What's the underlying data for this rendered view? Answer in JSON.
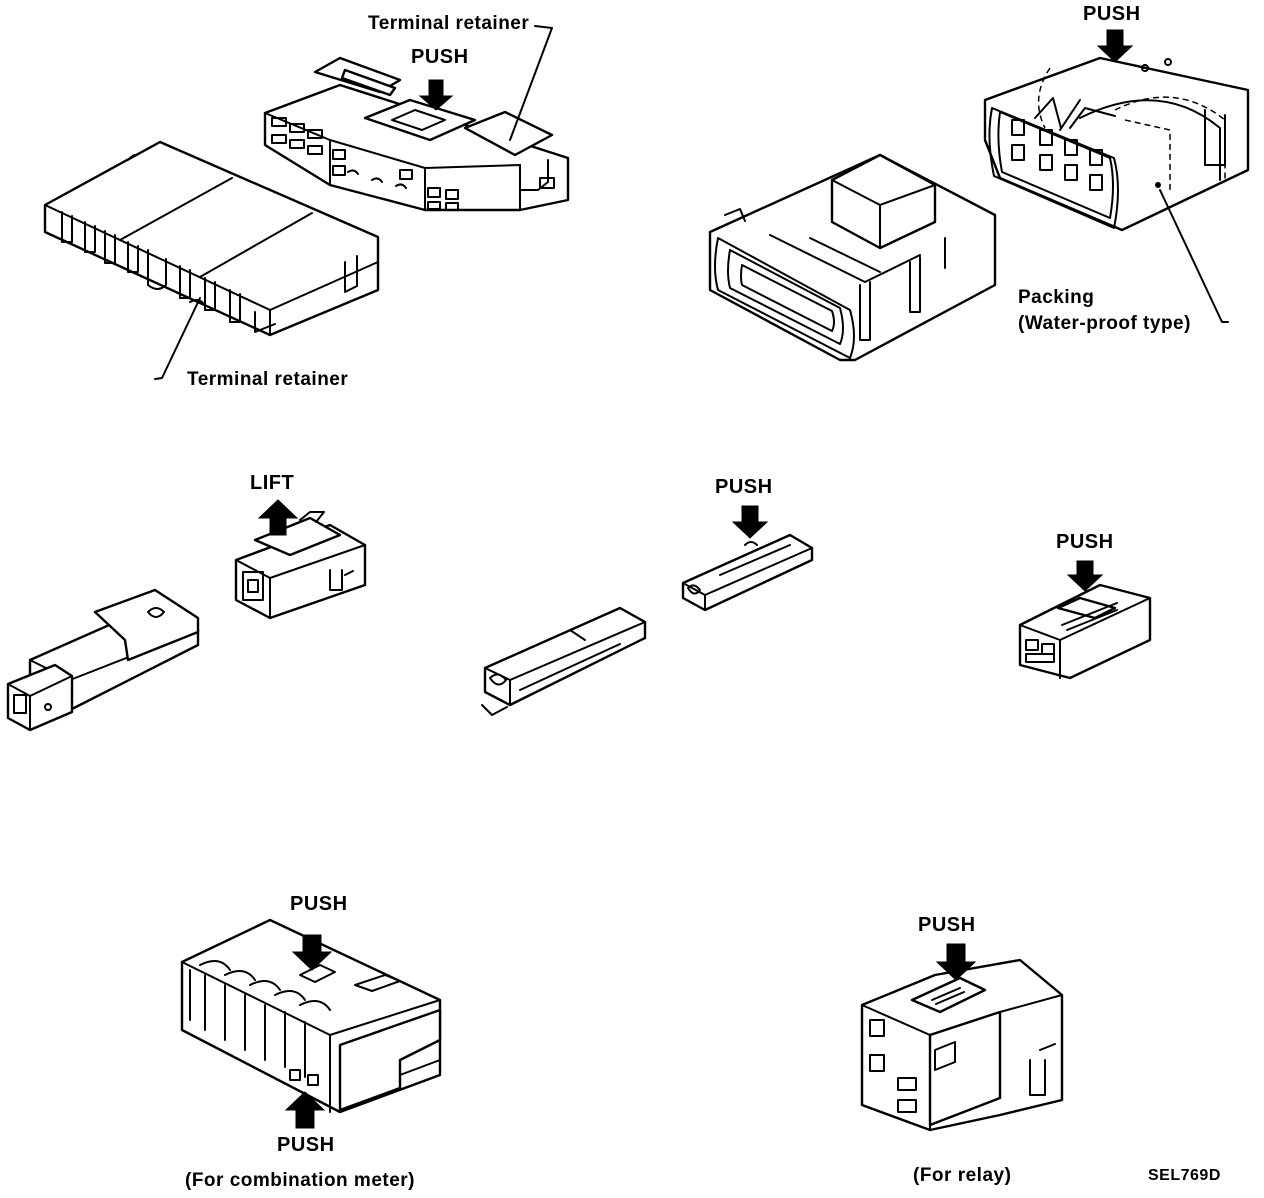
{
  "labels": {
    "terminal_retainer_top": "Terminal retainer",
    "push_top_left": "PUSH",
    "terminal_retainer_bottom": "Terminal retainer",
    "push_top_right": "PUSH",
    "packing": "Packing",
    "water_proof": "(Water-proof type)",
    "lift": "LIFT",
    "push_mid_center": "PUSH",
    "push_mid_right": "PUSH",
    "push_bottom_left_top": "PUSH",
    "push_bottom_left_bottom": "PUSH",
    "for_combination_meter": "(For combination meter)",
    "push_bottom_right": "PUSH",
    "for_relay": "(For relay)",
    "figure_code": "SEL769D"
  }
}
